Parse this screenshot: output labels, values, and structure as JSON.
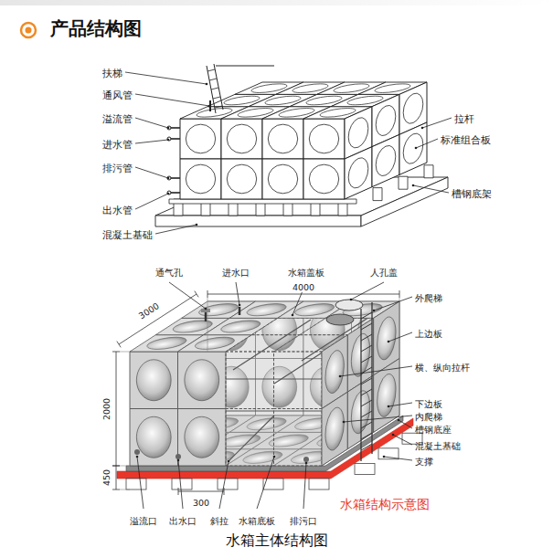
{
  "diagram": {
    "title": "产品结构图",
    "caption": "水箱主体结构图",
    "labels": [
      "扶梯",
      "通风管",
      "溢流管",
      "进水管",
      "排污管",
      "出水管",
      "混凝土基础",
      "拉杆",
      "标准组合板",
      "槽钢底架",
      "通气孔",
      "进水口",
      "水箱盖板",
      "人孔盖",
      "外爬梯",
      "上边板",
      "横、纵向拉杆",
      "下边板",
      "内爬梯",
      "槽钢底座",
      "混凝土基础",
      "支撑",
      "4000",
      "3000",
      "2000",
      "450",
      "300",
      "溢流口",
      "出水口",
      "斜拉",
      "水箱底板",
      "排污口",
      "水箱结构示意图"
    ]
  }
}
